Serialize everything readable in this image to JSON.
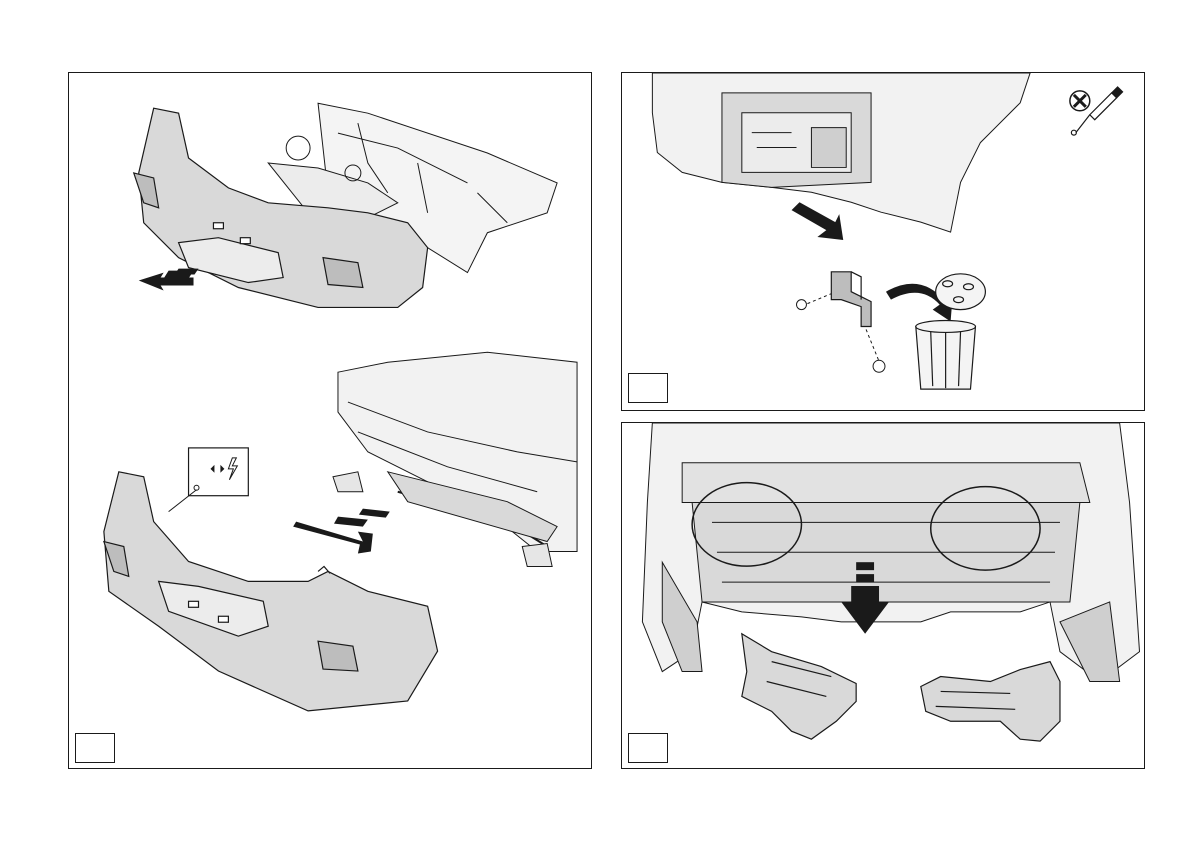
{
  "colors": {
    "line": "#1a1a1a",
    "bumper_fill": "#d9d9d9",
    "panel_bg": "#ffffff",
    "shadow_fill": "#b3b3b3"
  },
  "panels": [
    {
      "id": "a",
      "description_icons": [
        "arrow-icon",
        "connector-warning-icon"
      ],
      "step_label": ""
    },
    {
      "id": "b",
      "description_icons": [
        "do-not-reuse-icon",
        "screwdriver-icon",
        "trash-bin-icon"
      ],
      "step_label": ""
    },
    {
      "id": "c",
      "description_icons": [
        "arrow-down-icon"
      ],
      "step_label": ""
    }
  ]
}
